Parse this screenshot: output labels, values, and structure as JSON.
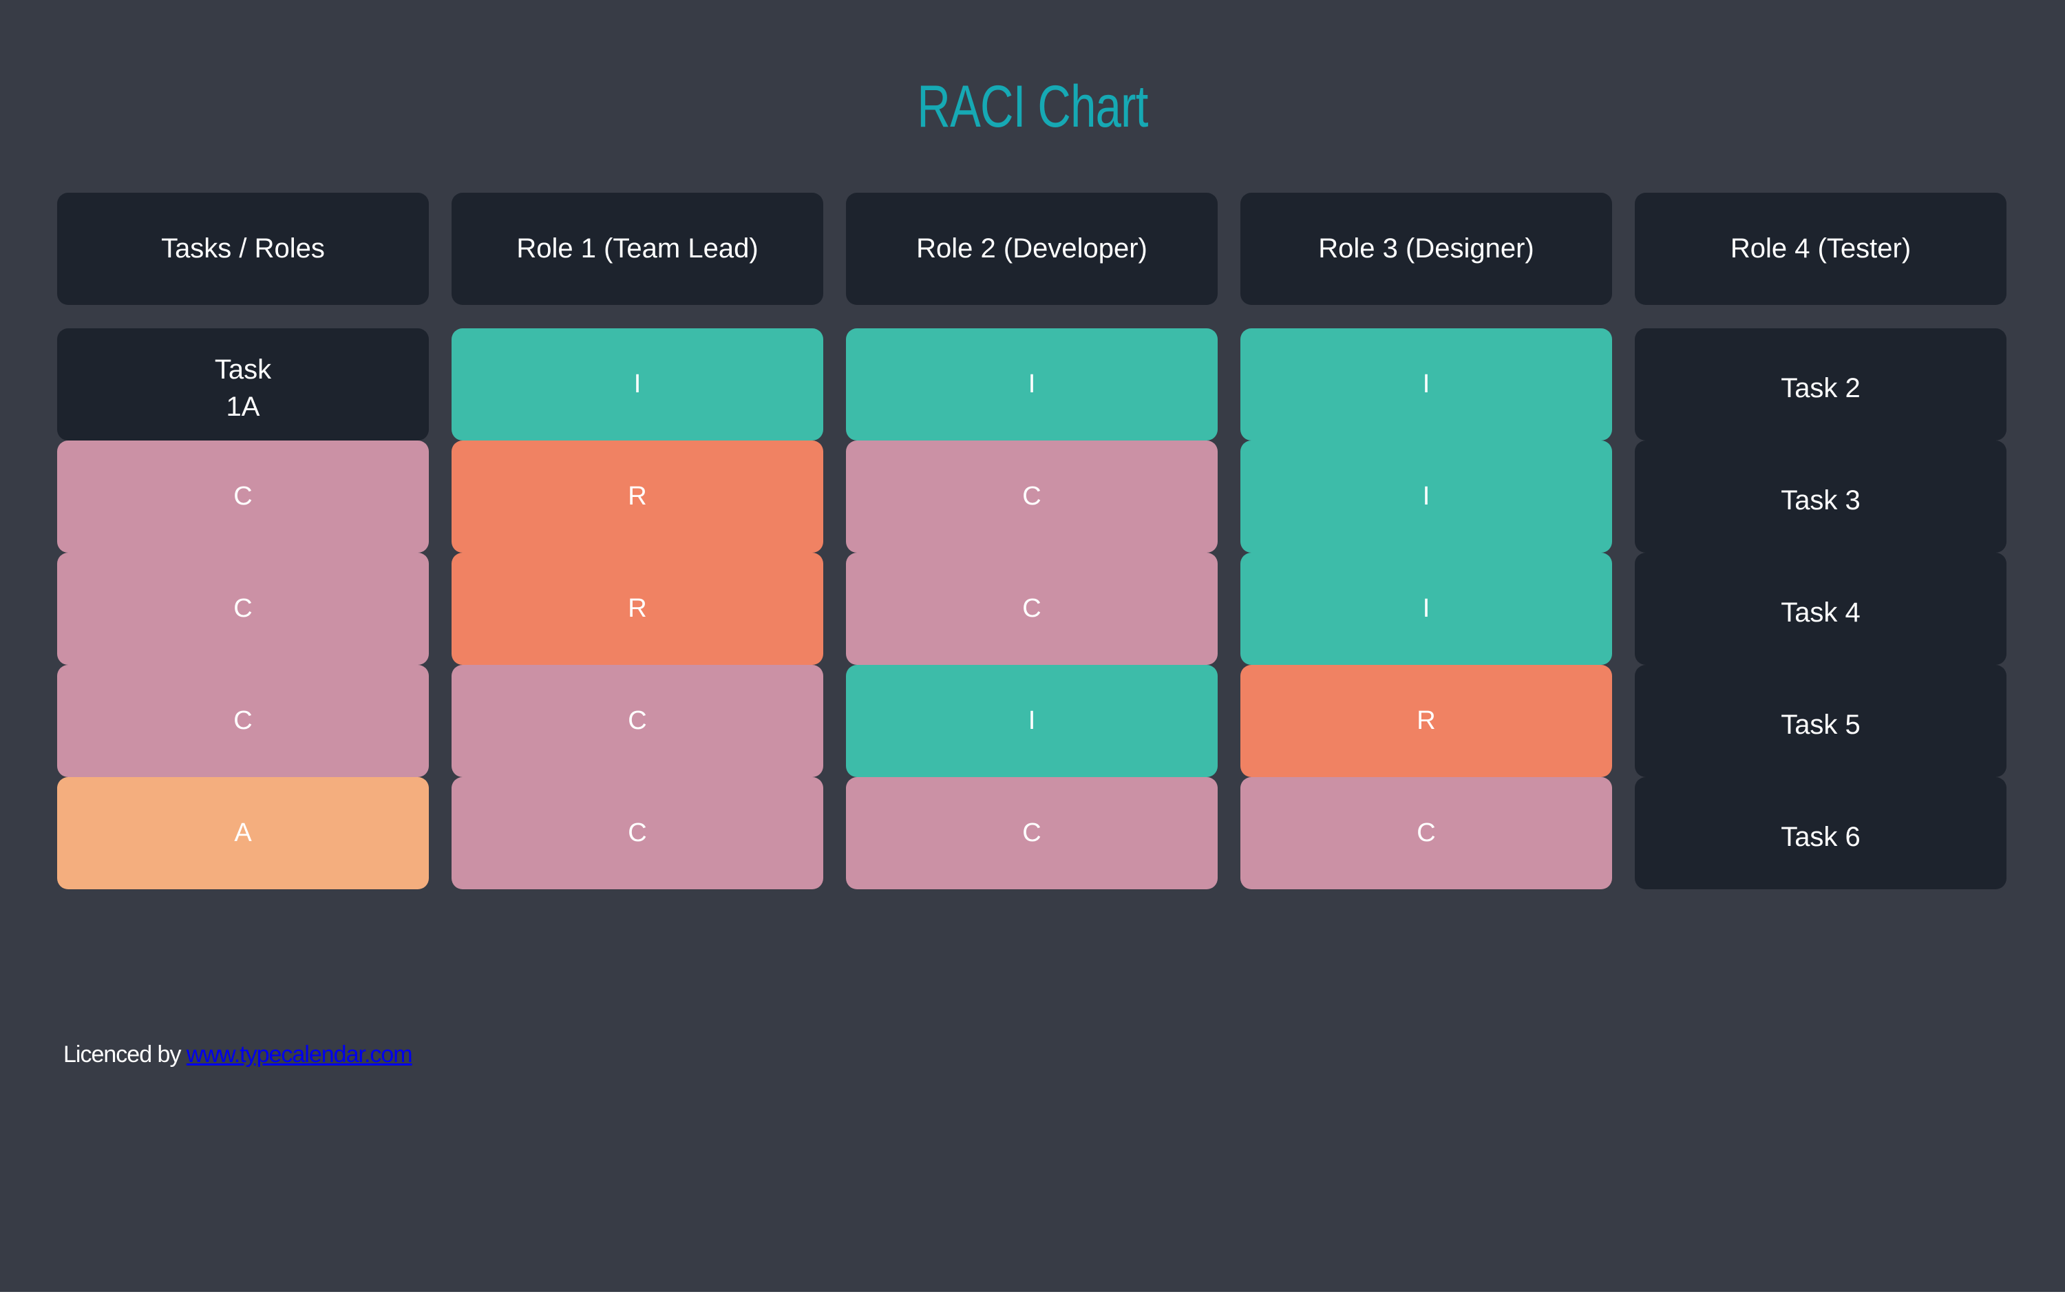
{
  "title": "RACI Chart",
  "columns": [
    "Tasks / Roles",
    "Role 1 (Team Lead)",
    "Role 2 (Developer)",
    "Role 3 (Designer)",
    "Role 4 (Tester)"
  ],
  "rows": [
    {
      "cells": [
        {
          "kind": "task",
          "text": "Task\n1A"
        },
        {
          "kind": "code",
          "text": "I"
        },
        {
          "kind": "code",
          "text": "I"
        },
        {
          "kind": "code",
          "text": "I"
        },
        {
          "kind": "task",
          "text": "Task 2"
        }
      ]
    },
    {
      "cells": [
        {
          "kind": "code",
          "text": "C"
        },
        {
          "kind": "code",
          "text": "R"
        },
        {
          "kind": "code",
          "text": "C"
        },
        {
          "kind": "code",
          "text": "I"
        },
        {
          "kind": "task",
          "text": "Task 3"
        }
      ]
    },
    {
      "cells": [
        {
          "kind": "code",
          "text": "C"
        },
        {
          "kind": "code",
          "text": "R"
        },
        {
          "kind": "code",
          "text": "C"
        },
        {
          "kind": "code",
          "text": "I"
        },
        {
          "kind": "task",
          "text": "Task 4"
        }
      ]
    },
    {
      "cells": [
        {
          "kind": "code",
          "text": "C"
        },
        {
          "kind": "code",
          "text": "C"
        },
        {
          "kind": "code",
          "text": "I"
        },
        {
          "kind": "code",
          "text": "R"
        },
        {
          "kind": "task",
          "text": "Task 5"
        }
      ]
    },
    {
      "cells": [
        {
          "kind": "code",
          "text": "A"
        },
        {
          "kind": "code",
          "text": "C"
        },
        {
          "kind": "code",
          "text": "C"
        },
        {
          "kind": "code",
          "text": "C"
        },
        {
          "kind": "task",
          "text": "Task 6"
        }
      ]
    }
  ],
  "colors": {
    "background": "#383c46",
    "title": "#16a9b4",
    "header_cell": "#1d232d",
    "R": "#f08263",
    "A": "#f4ae7e",
    "C": "#cb91a5",
    "I": "#3dbca9"
  },
  "footer": {
    "prefix": "Licenced by ",
    "link_text": "www.typecalendar.com"
  }
}
